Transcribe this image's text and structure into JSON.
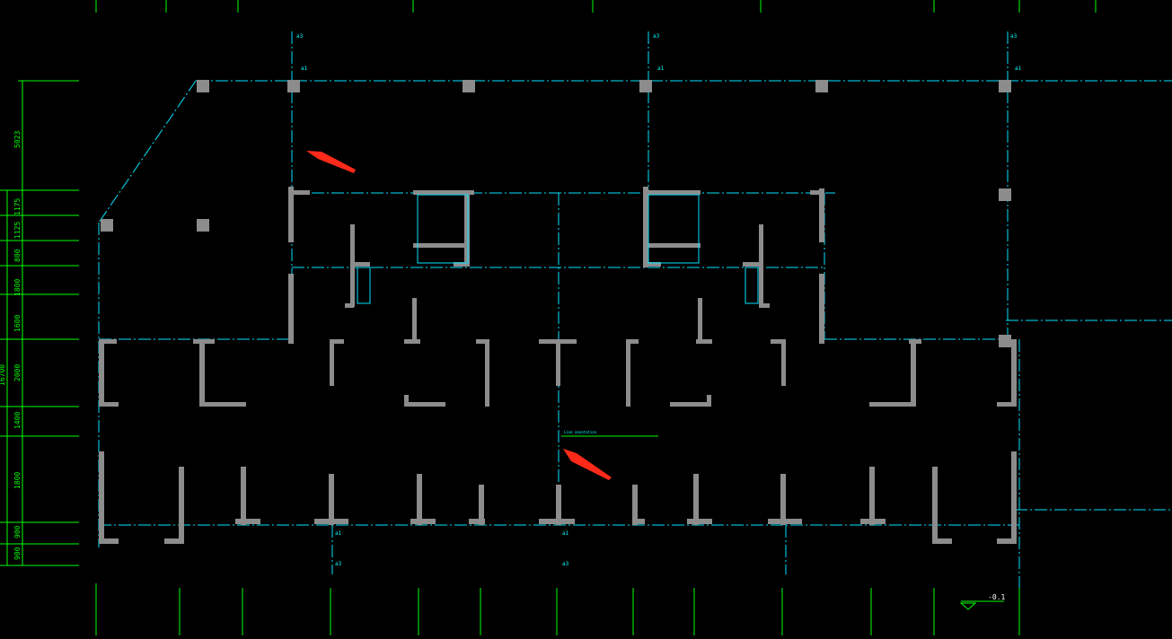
{
  "drawing": {
    "left_dimensions": [
      "5023",
      "1175",
      "1125",
      "800",
      "1800",
      "1600",
      "2000",
      "1400",
      "1800",
      "900",
      "900"
    ],
    "left_total_label": "16700",
    "elevation_label": "-0.1",
    "note_text": "Line annotation",
    "grid_tags": [
      "a3",
      "a1",
      "a3",
      "a1",
      "a3",
      "a1",
      "a3",
      "a1",
      "a3",
      "a1"
    ]
  },
  "colors": {
    "background": "#000000",
    "axis_line": "#00e5ff",
    "dimension_line": "#00ff00",
    "wall": "#8c8c8c",
    "highlight_arrow": "#ff2a1a",
    "label": "#00ffff"
  },
  "icons": {
    "arrow_1": "red-arrow-icon",
    "arrow_2": "red-arrow-icon"
  }
}
